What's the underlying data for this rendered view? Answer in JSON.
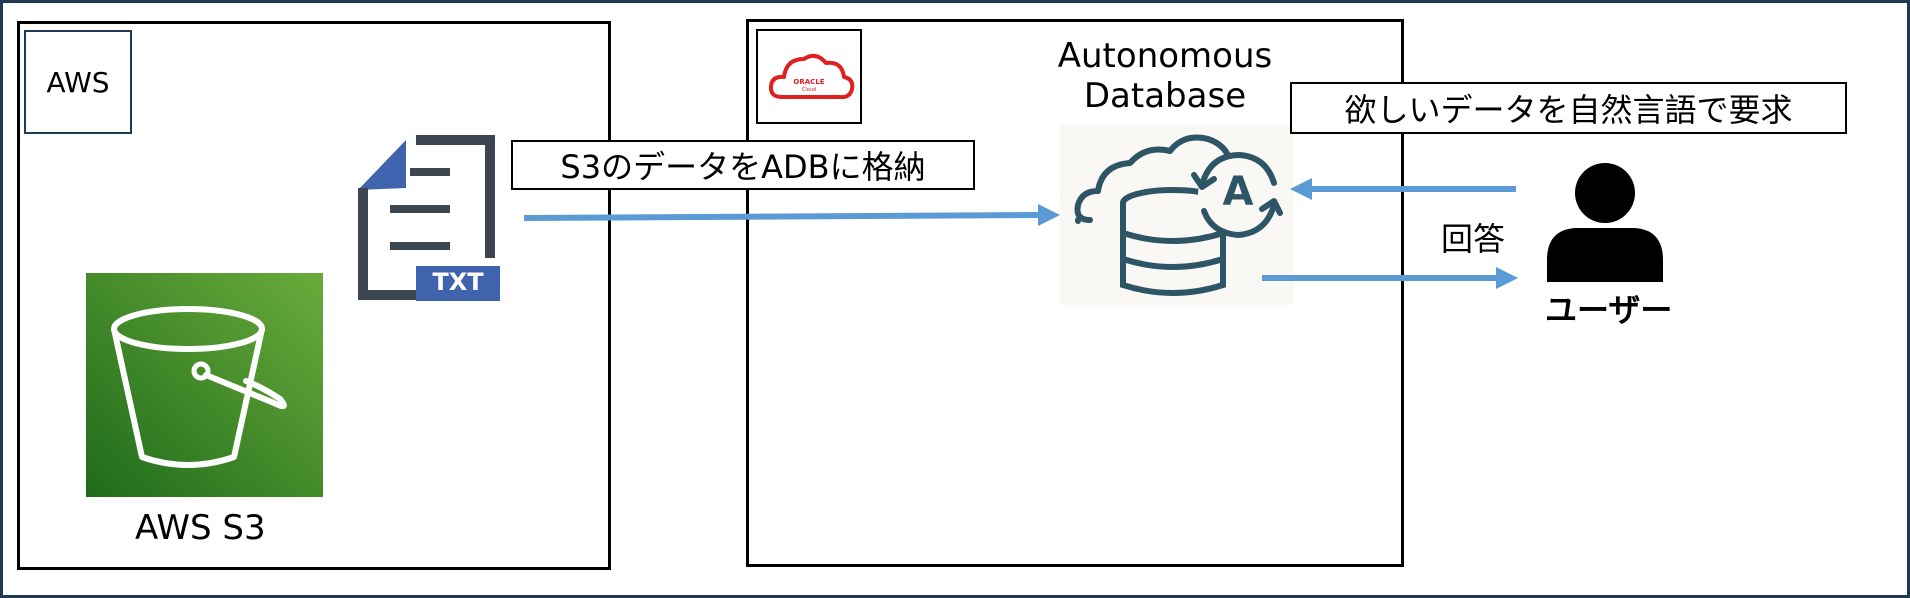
{
  "aws": {
    "tag": "AWS",
    "service_label": "AWS S3",
    "file_badge": "TXT"
  },
  "oracle": {
    "logo_text": "ORACLE",
    "logo_sub": "Cloud",
    "service_label_line1": "Autonomous",
    "service_label_line2": "Database",
    "adb_badge": "A"
  },
  "flows": {
    "s3_to_adb": "S3のデータをADBに格納",
    "user_request": "欲しいデータを自然言語で要求",
    "answer": "回答"
  },
  "user": {
    "label": "ユーザー"
  },
  "colors": {
    "arrow": "#5b9bd5",
    "frame": "#1f3a52",
    "s3_green_light": "#6aab3b",
    "s3_green_dark": "#1e6b1a",
    "db_teal": "#2e5566",
    "oracle_red": "#e0201f",
    "txt_blue": "#3f63ad",
    "doc_gray": "#3b4650"
  }
}
